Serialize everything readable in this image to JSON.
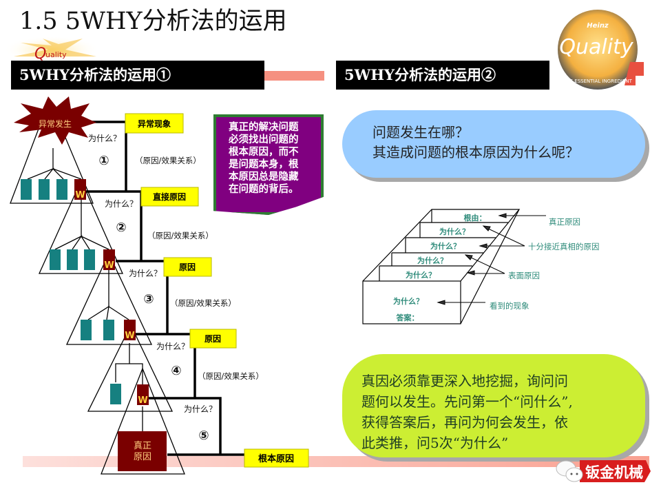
{
  "title": "1.5 5WHY分析法的运用",
  "logo_left_text": "Quality",
  "logo_right": {
    "brand": "Heinz",
    "text": "Quality",
    "tagline": "THE ESSENTIAL INGREDIENT"
  },
  "left_panel": {
    "header": "5WHY分析法的运用①",
    "burst_label": "异常发生",
    "levels": [
      {
        "why": "为什么？",
        "number": "①",
        "relation": "（原因/效果关系）",
        "result": "异常现象"
      },
      {
        "why": "为什么？",
        "number": "②",
        "relation": "（原因/效果关系）",
        "result": "直接原因"
      },
      {
        "why": "为什么？",
        "number": "③",
        "relation": "（原因/效果关系）",
        "result": "原因"
      },
      {
        "why": "为什么？",
        "number": "④",
        "relation": "（原因/效果关系）",
        "result": "原因"
      },
      {
        "why": "为什么？",
        "number": "⑤",
        "relation": "",
        "result": "根本原因"
      }
    ],
    "w_label": "W",
    "root_box": [
      "真正",
      "原因"
    ],
    "note_lines": [
      "真正的解决问题",
      "必须找出问题的",
      "根本原因，而不",
      "是问题本身，根",
      "本原因总是隐藏",
      "在问题的背后。"
    ]
  },
  "right_panel": {
    "header": "5WHY分析法的运用②",
    "question_lines": [
      "问题发生在哪？",
      "其造成问题的根本原因为什么呢？"
    ],
    "box_layers": [
      "根由：",
      "为什么？",
      "为什么？",
      "为什么？",
      "为什么？"
    ],
    "box_front": [
      "为什么？",
      "答案："
    ],
    "box_labels": [
      "真正原因",
      "十分接近真相的原因",
      "表面原因",
      "看到的现象"
    ],
    "answer_lines": [
      "真因必须靠更深入地挖掘，询问问",
      "题何以发生。先问第一个“问什么”,",
      "获得答案后，再问为何会发生，依",
      "此类推，问5次“为什么”"
    ]
  },
  "watermark": "钣金机械",
  "colors": {
    "teal": "#168080",
    "maroon": "#7a0000",
    "label_yellow": "#ffff00",
    "note_purple": "#800080",
    "question_blue": "#99ccff",
    "answer_green": "#ccee33",
    "diagram_text": "#2e8b7a"
  }
}
